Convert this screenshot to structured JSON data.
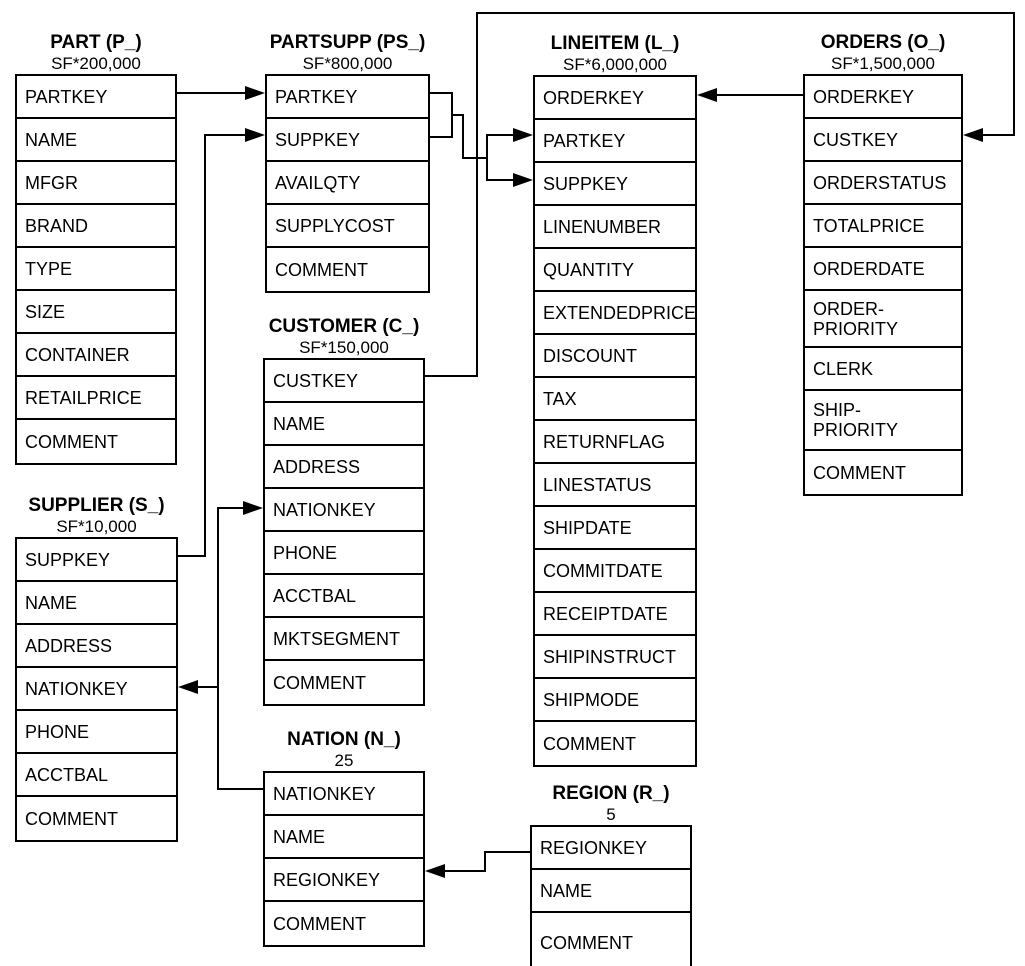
{
  "tables": {
    "part": {
      "title": "PART (P_)",
      "cardinality": "SF*200,000",
      "columns": [
        "PARTKEY",
        "NAME",
        "MFGR",
        "BRAND",
        "TYPE",
        "SIZE",
        "CONTAINER",
        "RETAILPRICE",
        "COMMENT"
      ]
    },
    "partsupp": {
      "title": "PARTSUPP (PS_)",
      "cardinality": "SF*800,000",
      "columns": [
        "PARTKEY",
        "SUPPKEY",
        "AVAILQTY",
        "SUPPLYCOST",
        "COMMENT"
      ]
    },
    "lineitem": {
      "title": "LINEITEM (L_)",
      "cardinality": "SF*6,000,000",
      "columns": [
        "ORDERKEY",
        "PARTKEY",
        "SUPPKEY",
        "LINENUMBER",
        "QUANTITY",
        "EXTENDEDPRICE",
        "DISCOUNT",
        "TAX",
        "RETURNFLAG",
        "LINESTATUS",
        "SHIPDATE",
        "COMMITDATE",
        "RECEIPTDATE",
        "SHIPINSTRUCT",
        "SHIPMODE",
        "COMMENT"
      ]
    },
    "orders": {
      "title": "ORDERS (O_)",
      "cardinality": "SF*1,500,000",
      "columns": [
        "ORDERKEY",
        "CUSTKEY",
        "ORDERSTATUS",
        "TOTALPRICE",
        "ORDERDATE",
        "ORDER-\nPRIORITY",
        "CLERK",
        "SHIP-\nPRIORITY",
        "COMMENT"
      ]
    },
    "customer": {
      "title": "CUSTOMER (C_)",
      "cardinality": "SF*150,000",
      "columns": [
        "CUSTKEY",
        "NAME",
        "ADDRESS",
        "NATIONKEY",
        "PHONE",
        "ACCTBAL",
        "MKTSEGMENT",
        "COMMENT"
      ]
    },
    "supplier": {
      "title": "SUPPLIER (S_)",
      "cardinality": "SF*10,000",
      "columns": [
        "SUPPKEY",
        "NAME",
        "ADDRESS",
        "NATIONKEY",
        "PHONE",
        "ACCTBAL",
        "COMMENT"
      ]
    },
    "nation": {
      "title": "NATION (N_)",
      "cardinality": "25",
      "columns": [
        "NATIONKEY",
        "NAME",
        "REGIONKEY",
        "COMMENT"
      ]
    },
    "region": {
      "title": "REGION (R_)",
      "cardinality": "5",
      "columns": [
        "REGIONKEY",
        "NAME",
        "COMMENT"
      ]
    }
  },
  "relationships": [
    {
      "from": "PART.PARTKEY",
      "to": "PARTSUPP.PARTKEY"
    },
    {
      "from": "SUPPLIER.SUPPKEY",
      "to": "PARTSUPP.SUPPKEY"
    },
    {
      "from": "PARTSUPP.PARTKEY",
      "to": "LINEITEM.PARTKEY"
    },
    {
      "from": "PARTSUPP.SUPPKEY",
      "to": "LINEITEM.SUPPKEY"
    },
    {
      "from": "ORDERS.ORDERKEY",
      "to": "LINEITEM.ORDERKEY"
    },
    {
      "from": "CUSTOMER.CUSTKEY",
      "to": "ORDERS.CUSTKEY"
    },
    {
      "from": "NATION.NATIONKEY",
      "to": "CUSTOMER.NATIONKEY"
    },
    {
      "from": "NATION.NATIONKEY",
      "to": "SUPPLIER.NATIONKEY"
    },
    {
      "from": "REGION.REGIONKEY",
      "to": "NATION.REGIONKEY"
    }
  ],
  "colors": {
    "line": "#000000",
    "text": "#000000",
    "background": "#ffffff"
  }
}
